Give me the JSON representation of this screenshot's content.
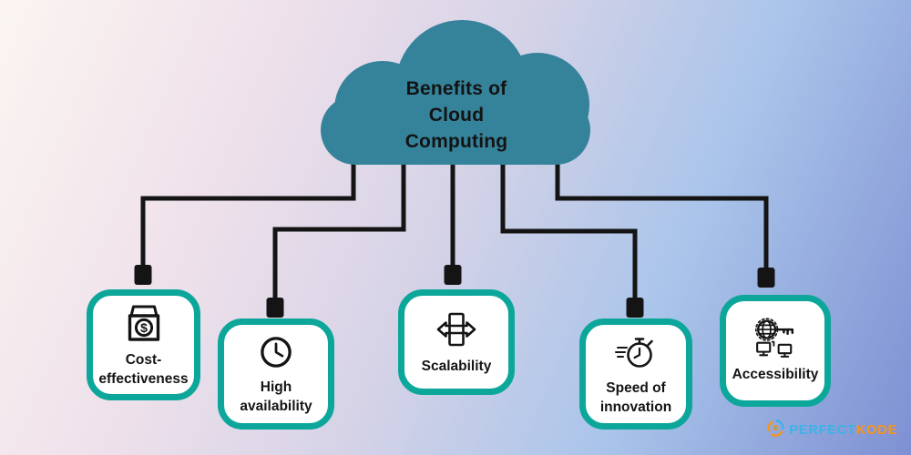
{
  "cloud": {
    "title": "Benefits of\nCloud\nComputing"
  },
  "benefits": [
    {
      "label": "Cost-\neffectiveness",
      "icon": "money-box-icon"
    },
    {
      "label": "High\navailability",
      "icon": "clock-icon"
    },
    {
      "label": "Scalability",
      "icon": "scale-arrows-icon"
    },
    {
      "label": "Speed of\ninnovation",
      "icon": "stopwatch-icon"
    },
    {
      "label": "Accessibility",
      "icon": "globe-key-icon"
    }
  ],
  "logo": {
    "brand_primary": "PERFECT",
    "brand_secondary": "KODE"
  },
  "colors": {
    "cloud": "#35839B",
    "card-border": "#0CA79A",
    "card-bg": "#FFFFFF",
    "line": "#141414",
    "logo-blue": "#3BB3E8",
    "logo-orange": "#F6941E",
    "bg-top-left": "#FBF5F1",
    "bg-left": "#EFE1EB",
    "bg-center": "#D6D3E7",
    "bg-right": "#A9C4EA",
    "bg-bottom-right": "#7E90D2"
  }
}
